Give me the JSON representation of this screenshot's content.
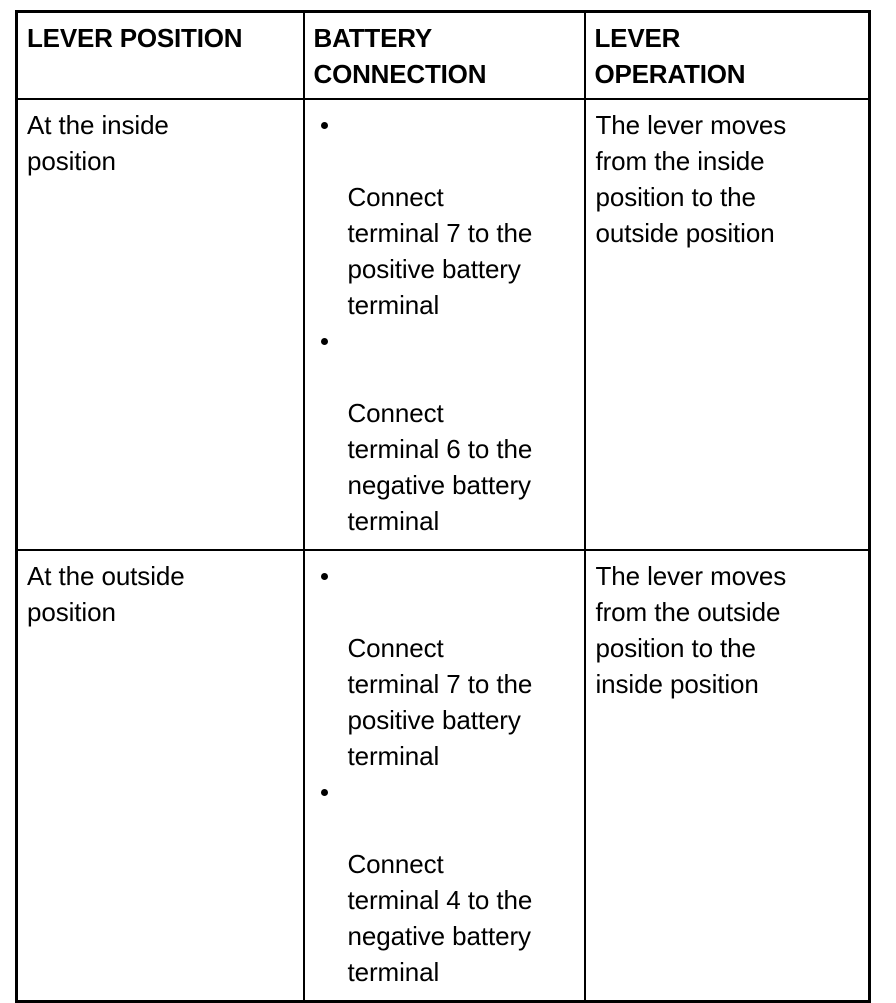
{
  "table": {
    "headers": [
      "LEVER POSITION",
      "BATTERY\nCONNECTION",
      "LEVER\nOPERATION"
    ],
    "rows": [
      {
        "lever_position": "At the inside\nposition",
        "battery_connection": [
          "Connect\nterminal 7 to the\npositive battery\nterminal",
          "Connect\nterminal 6 to the\nnegative battery\nterminal"
        ],
        "lever_operation": "The lever moves\nfrom the inside\nposition to the\noutside position"
      },
      {
        "lever_position": "At the outside\nposition",
        "battery_connection": [
          "Connect\nterminal 7 to the\npositive battery\nterminal",
          "Connect\nterminal 4 to the\nnegative battery\nterminal"
        ],
        "lever_operation": "The lever moves\nfrom the outside\nposition to the\ninside position"
      }
    ]
  }
}
